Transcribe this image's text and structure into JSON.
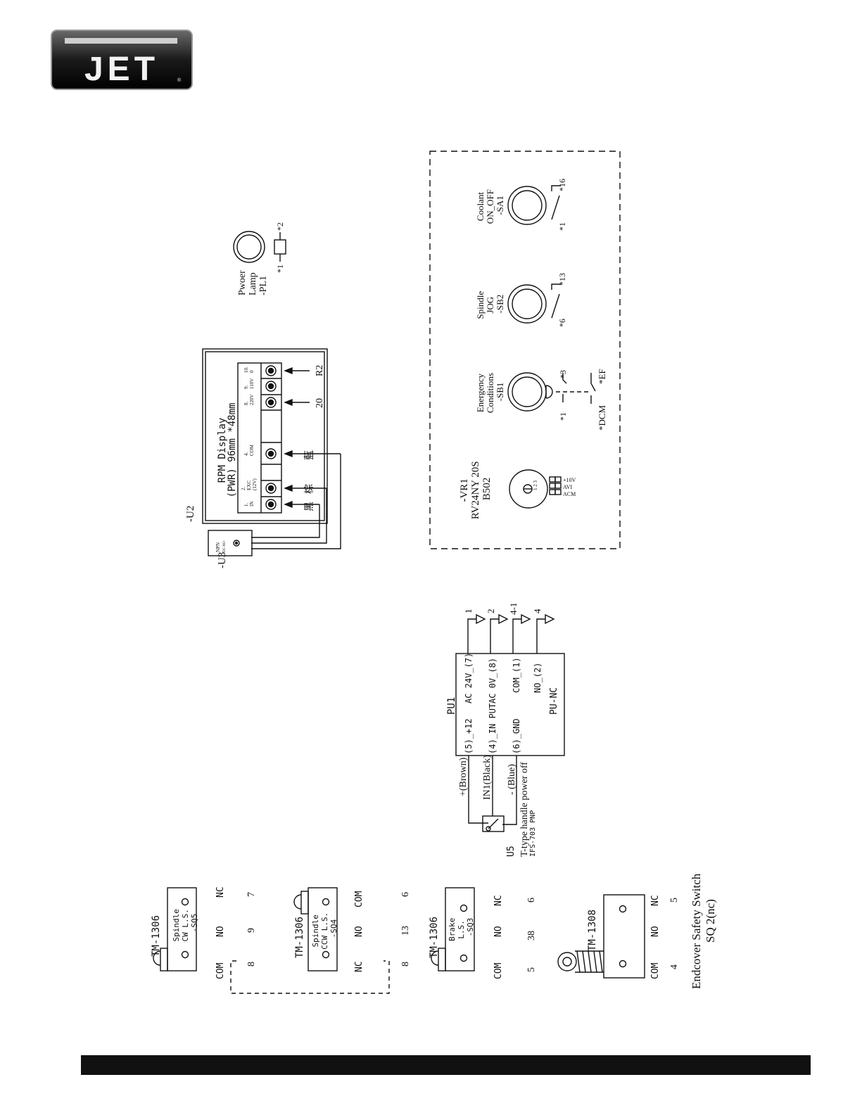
{
  "logo": {
    "text": "JET"
  },
  "panel": {
    "vr1": {
      "lines": [
        "-VR1",
        "RV24NY 20S",
        "B502"
      ],
      "pins": [
        "+10V",
        "AVI",
        "ACM"
      ]
    },
    "sb1": {
      "lines": [
        "Energency",
        "Conditions",
        "-SB1"
      ],
      "terms": [
        "*1",
        "*3",
        "*DCM",
        "*EF"
      ]
    },
    "sb2": {
      "lines": [
        "Spindle",
        "JOG",
        "-SB2"
      ],
      "terms": [
        "*6",
        "*13"
      ]
    },
    "sa1": {
      "lines": [
        "Coolant",
        "ON_OFF",
        "-SA1"
      ],
      "terms": [
        "*1",
        "*16"
      ]
    }
  },
  "lamp": {
    "lines": [
      "Pwoer",
      "Lamp",
      "-PL1"
    ],
    "terms": [
      "*1",
      "*2"
    ]
  },
  "rpm": {
    "ref": "-U2",
    "title1": "RPM Display",
    "title2": "(PWR) 96mm *48mm",
    "terminals": [
      {
        "num": "1.",
        "label": "IN",
        "sub": ""
      },
      {
        "num": "2.",
        "label": "EXC",
        "sub": "(12V)"
      },
      {
        "num": "4.",
        "label": "COM",
        "sub": ""
      },
      {
        "num": "8.",
        "label": "220V",
        "sub": ""
      },
      {
        "num": "9.",
        "label": "110V",
        "sub": ""
      },
      {
        "num": "10.",
        "label": "0",
        "sub": ""
      }
    ],
    "wire_labels": [
      "黑",
      "棕",
      "藍",
      "20",
      "R2"
    ]
  },
  "sensor": {
    "ref": "-U3",
    "type": "NPN",
    "sub": "DC-NO"
  },
  "pu1": {
    "ref": "PU1",
    "model": "PU-NC",
    "left_pins": [
      "(5)_+12",
      "(4)_IN PUT",
      "(6)_GND"
    ],
    "right_pins": [
      "AC 24V_(7)",
      "AC 0V_(8)",
      "COM_(1)",
      "NO_(2)"
    ],
    "outputs": [
      "1",
      "2",
      "4-1",
      "4"
    ],
    "wires": [
      "+(Brown)",
      "IN1(Black)",
      "- (Blue)"
    ]
  },
  "u5": {
    "ref": "U5",
    "desc": "T-type handle power off",
    "model": "IFS-703 PNP"
  },
  "switches": [
    {
      "model": "TM-1306",
      "name": [
        "Spindle",
        "CW L.S.",
        "-SQ5"
      ],
      "pins": [
        "COM",
        "NO",
        "NC"
      ],
      "nums": [
        "8",
        "9",
        "7"
      ]
    },
    {
      "model": "TM-1306",
      "name": [
        "Spindle",
        "CCW L.S.",
        "-SQ4"
      ],
      "pins": [
        "NC",
        "NO",
        "COM"
      ],
      "nums": [
        "8",
        "13",
        "6"
      ]
    },
    {
      "model": "TM-1306",
      "name": [
        "Brake",
        "L.S.",
        "-SQ3"
      ],
      "pins": [
        "COM",
        "NO",
        "NC"
      ],
      "nums": [
        "5",
        "38",
        "6"
      ]
    },
    {
      "model": "TM-1308",
      "name": [],
      "pins": [
        "COM",
        "NO",
        "NC"
      ],
      "nums": [
        "4",
        "",
        "5"
      ]
    }
  ],
  "endcover": {
    "line1": "Endcover Safety Switch",
    "line2": "SQ 2(nc)"
  }
}
